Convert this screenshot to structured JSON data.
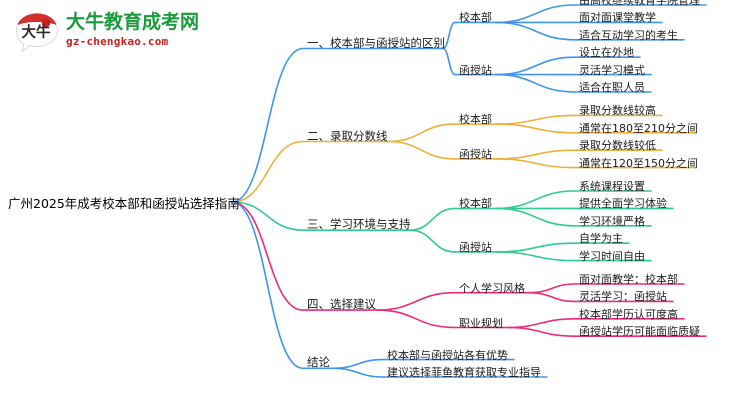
{
  "logo": {
    "mark_text": "大牛",
    "name_cn": "大牛教育成考网",
    "domain": "gz-chengkao.com",
    "color_cn": "#1a9a3c",
    "color_domain": "#c8201f"
  },
  "mindmap": {
    "root": "广州2025年成考校本部和函授站选择指南",
    "colors": {
      "blue": "#3f95eb",
      "orange": "#edb13b",
      "green": "#2ecc8f",
      "pink": "#ee2a7b",
      "blue2": "#3f95eb"
    },
    "branches": [
      {
        "label": "一、校本部与函授站的区别",
        "color": "#3f95eb",
        "subs": [
          {
            "label": "校本部",
            "leaves": [
              "由高校继续教育学院管理",
              "面对面课堂教学",
              "适合互动学习的考生"
            ]
          },
          {
            "label": "函授站",
            "leaves": [
              "设立在外地",
              "灵活学习模式",
              "适合在职人员"
            ]
          }
        ]
      },
      {
        "label": "二、录取分数线",
        "color": "#edb13b",
        "subs": [
          {
            "label": "校本部",
            "leaves": [
              "录取分数线较高",
              "通常在180至210分之间"
            ]
          },
          {
            "label": "函授站",
            "leaves": [
              "录取分数线较低",
              "通常在120至150分之间"
            ]
          }
        ]
      },
      {
        "label": "三、学习环境与支持",
        "color": "#2ecc8f",
        "subs": [
          {
            "label": "校本部",
            "leaves": [
              "系统课程设置",
              "提供全面学习体验",
              "学习环境严格"
            ]
          },
          {
            "label": "函授站",
            "leaves": [
              "自学为主",
              "学习时间自由"
            ]
          }
        ]
      },
      {
        "label": "四、选择建议",
        "color": "#ee2a7b",
        "subs": [
          {
            "label": "个人学习风格",
            "leaves": [
              "面对面教学：校本部",
              "灵活学习：函授站"
            ]
          },
          {
            "label": "职业规划",
            "leaves": [
              "校本部学历认可度高",
              "函授站学历可能面临质疑"
            ]
          }
        ]
      },
      {
        "label": "结论",
        "color": "#3f95eb",
        "subs": [
          {
            "label": "",
            "leaves": [
              "校本部与函授站各有优势",
              "建议选择菲鱼教育获取专业指导"
            ]
          }
        ]
      }
    ]
  }
}
